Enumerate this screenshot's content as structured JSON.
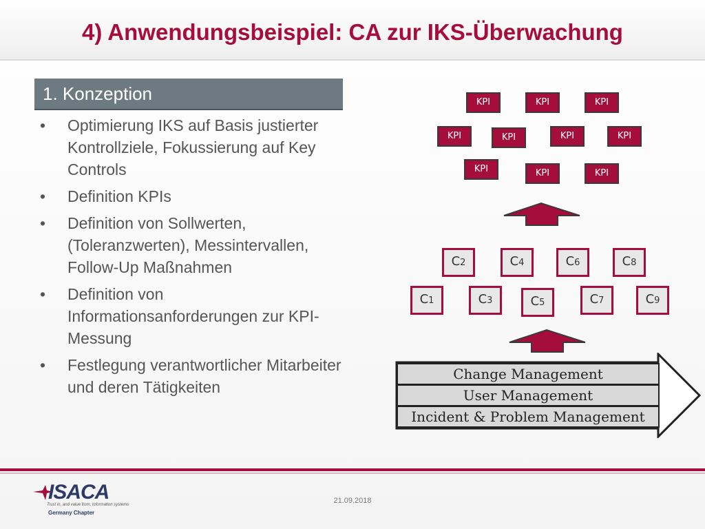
{
  "title": "4) Anwendungsbeispiel: CA zur IKS-Überwachung",
  "section": "1. Konzeption",
  "bullets": [
    "Optimierung IKS auf Basis justierter Kontrollziele, Fokussierung auf Key Controls",
    "Definition KPIs",
    "Definition von Sollwerten, (Toleranzwerten), Messintervallen, Follow-Up Maßnahmen",
    "Definition von Informationsanforderungen zur KPI-Messung",
    "Festlegung verantwortlicher Mitarbeiter und deren Tätigkeiten"
  ],
  "bullet_char": "•",
  "kpi_label": "KPI",
  "controls": {
    "c1": {
      "letter": "C",
      "num": "1"
    },
    "c2": {
      "letter": "C",
      "num": "2"
    },
    "c3": {
      "letter": "C",
      "num": "3"
    },
    "c4": {
      "letter": "C",
      "num": "4"
    },
    "c5": {
      "letter": "C",
      "num": "5"
    },
    "c6": {
      "letter": "C",
      "num": "6"
    },
    "c7": {
      "letter": "C",
      "num": "7"
    },
    "c8": {
      "letter": "C",
      "num": "8"
    },
    "c9": {
      "letter": "C",
      "num": "9"
    }
  },
  "processes": [
    "Change Management",
    "User Management",
    "Incident & Problem Management"
  ],
  "footer": {
    "date": "21.09.2018",
    "logo_text": "ISACA",
    "logo_tagline": "Trust in, and value from, information systems",
    "logo_chapter": "Germany Chapter"
  },
  "colors": {
    "accent": "#a50e3c",
    "section_bar": "#6e7a82",
    "text": "#555555"
  }
}
